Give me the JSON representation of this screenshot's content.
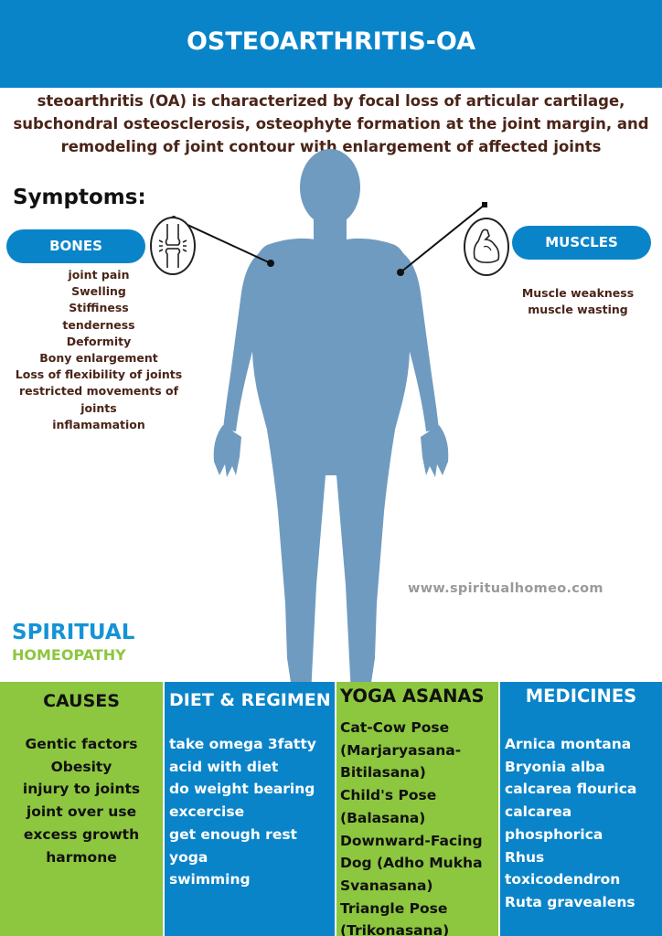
{
  "header": {
    "title": "OSTEOARTHRITIS-OA"
  },
  "intro": {
    "lines": [
      "steoarthritis (OA) is characterized by focal loss of articular cartilage,",
      "subchondral osteosclerosis, osteophyte formation at the joint margin, and",
      "remodeling of joint contour with enlargement of affected joints"
    ]
  },
  "symptoms": {
    "heading": "Symptoms:",
    "bones": {
      "label": "BONES",
      "icon": "knee-joint-icon",
      "items": [
        "joint pain",
        "Swelling",
        "Stiffiness",
        "tenderness",
        "Deformity",
        "Bony enlargement",
        "Loss of flexibility of joints",
        "restricted movements of joints",
        "inflamamation"
      ]
    },
    "muscles": {
      "label": "MUSCLES",
      "icon": "flexed-arm-icon",
      "items": [
        "Muscle weakness",
        "muscle wasting"
      ]
    }
  },
  "website": "www.spiritualhomeo.com",
  "brand": {
    "line1": "SPIRITUAL",
    "line2": "HOMEOPATHY"
  },
  "columns": [
    {
      "title": "CAUSES",
      "items": [
        "Gentic factors",
        "Obesity",
        "injury to joints",
        "joint over use",
        "excess growth",
        "harmone"
      ]
    },
    {
      "title": "DIET & REGIMEN",
      "items": [
        "take omega 3fatty",
        "acid with diet",
        "do weight bearing",
        "excercise",
        "get enough rest",
        "yoga",
        "swimming"
      ]
    },
    {
      "title": "YOGA ASANAS",
      "items": [
        "Cat-Cow Pose",
        "(Marjaryasana-",
        "Bitilasana)",
        "Child's Pose",
        "(Balasana)",
        "Downward-Facing",
        "Dog (Adho Mukha",
        "Svanasana)",
        "Triangle Pose",
        "(Trikonasana)"
      ]
    },
    {
      "title": "MEDICINES",
      "items": [
        "Arnica montana",
        "Bryonia alba",
        "calcarea flourica",
        "calcarea",
        "phosphorica",
        "Rhus",
        "toxicodendron",
        "Ruta gravealens"
      ]
    }
  ],
  "colors": {
    "blue": "#0a84c9",
    "green": "#8dc63f",
    "body": "#6f9bc0",
    "text_brown": "#4a2418"
  }
}
